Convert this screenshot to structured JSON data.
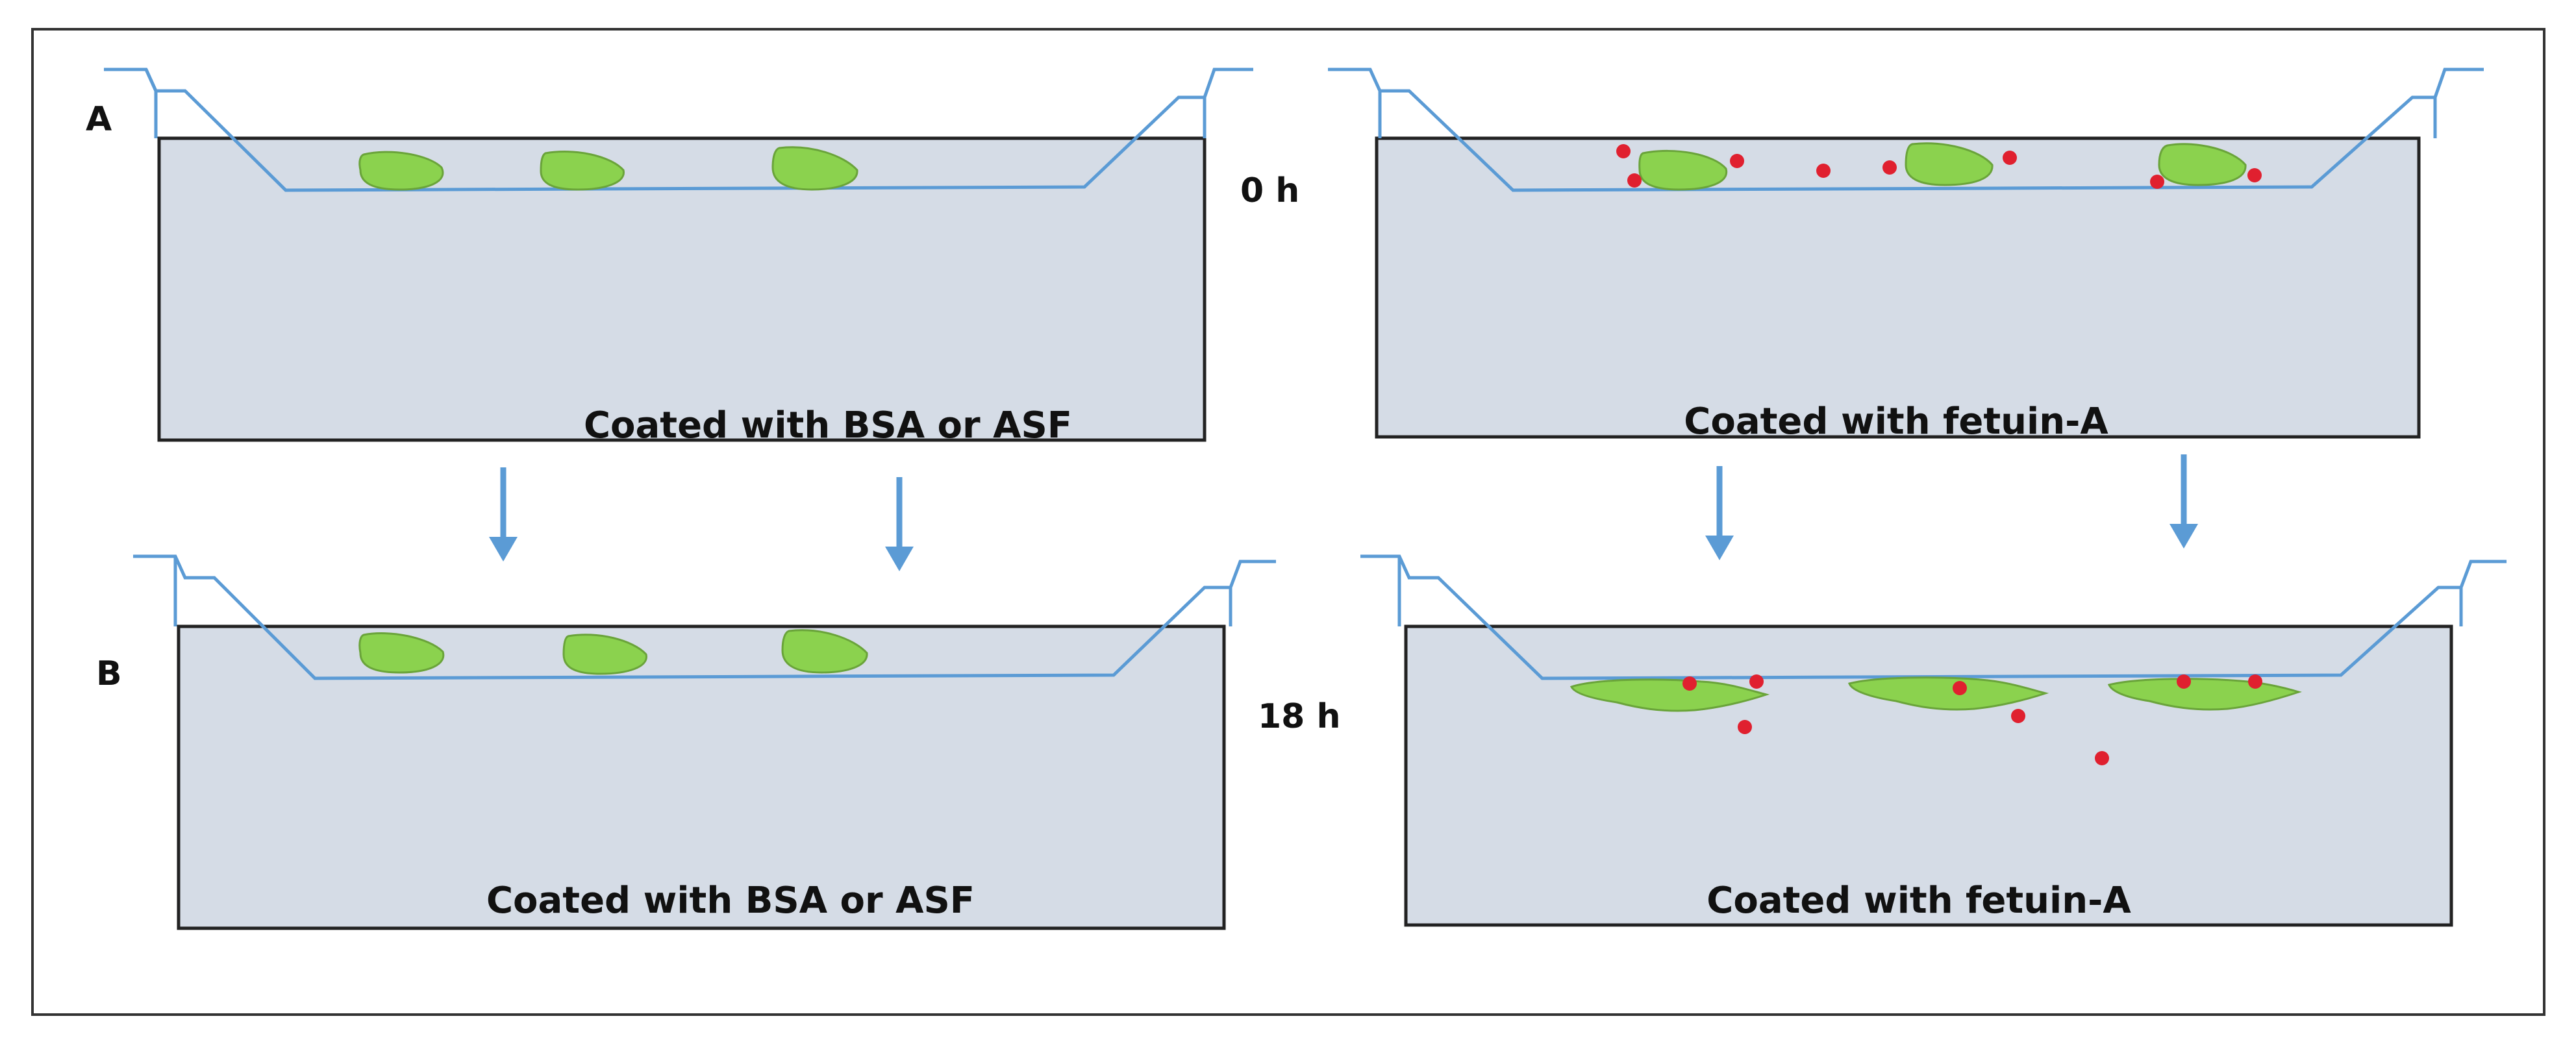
{
  "labels": {
    "panel_a": "A",
    "panel_b": "B",
    "time_0": "0 h",
    "time_18": "18 h",
    "caption_a_left": "Coated with BSA or ASF",
    "caption_a_right": "Coated with fetuin-A",
    "caption_b_left": "Coated with BSA or ASF",
    "caption_b_right": "Coated with fetuin-A"
  },
  "colors": {
    "well_fill": "#d5dce6",
    "well_stroke": "#222222",
    "insert_line": "#5b9bd5",
    "arrow": "#5b9bd5",
    "cell": "#8bd24e",
    "cell_edge": "#6aa43a",
    "dot": "#e0202f"
  }
}
